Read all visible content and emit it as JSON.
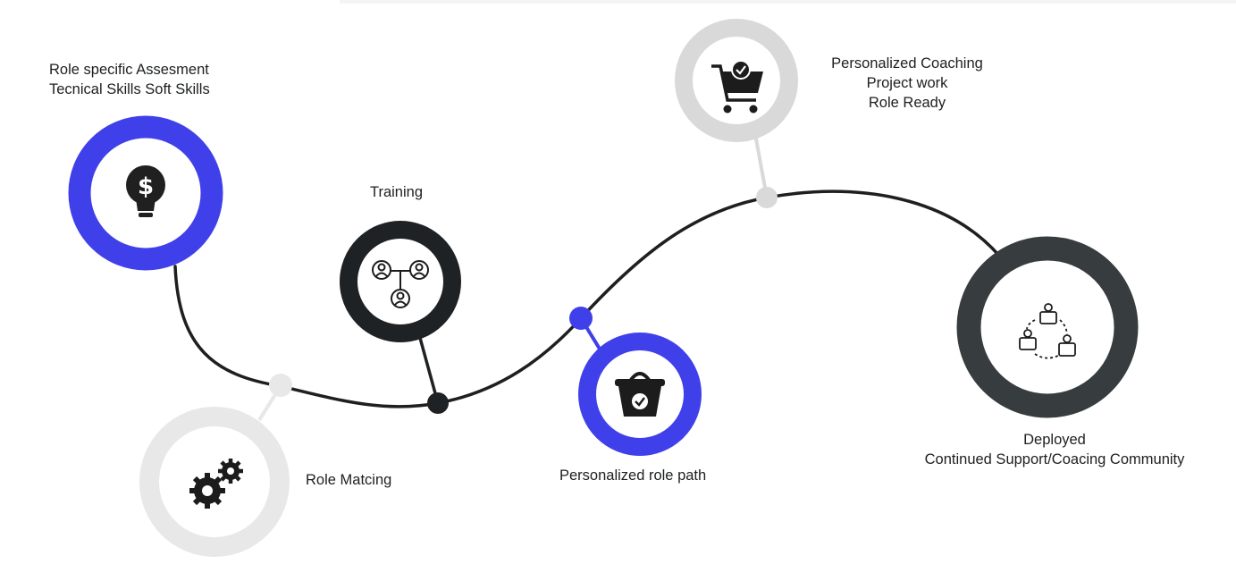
{
  "steps": [
    {
      "id": "assessment",
      "lines": [
        "Role specific Assesment",
        "Tecnical Skills Soft Skills"
      ],
      "ring_color": "#4040ea",
      "icon": "dollar-lightbulb-icon"
    },
    {
      "id": "matching",
      "lines": [
        "Role Matcing"
      ],
      "ring_color": "#e8e8e8",
      "icon": "gears-icon"
    },
    {
      "id": "training",
      "lines": [
        "Training"
      ],
      "ring_color": "#1f2224",
      "icon": "people-network-icon"
    },
    {
      "id": "role_path",
      "lines": [
        "Personalized role path"
      ],
      "ring_color": "#4040ea",
      "icon": "basket-check-icon"
    },
    {
      "id": "coaching",
      "lines": [
        "Personalized Coaching",
        "Project work",
        "Role Ready"
      ],
      "ring_color": "#d9d9d9",
      "icon": "cart-check-icon"
    },
    {
      "id": "deployed",
      "lines": [
        "Deployed",
        "Continued Support/Coacing Community"
      ],
      "ring_color": "#373c3f",
      "icon": "community-cycle-icon"
    }
  ]
}
